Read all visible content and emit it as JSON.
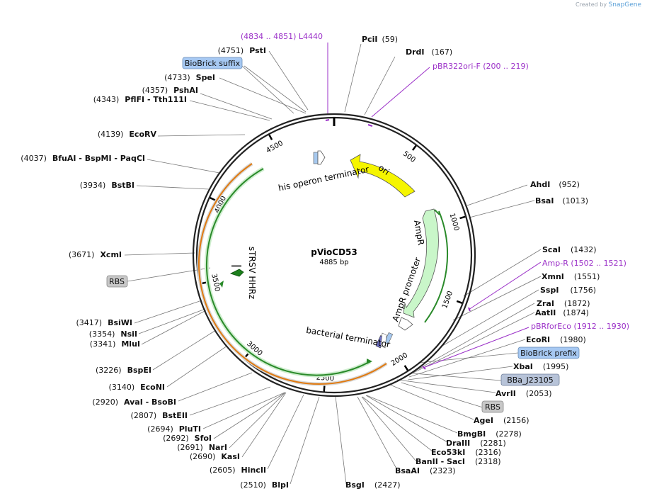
{
  "credit": {
    "prefix": "Created by",
    "brand": "SnapGene"
  },
  "plasmid": {
    "name": "pVioCD53",
    "length": "4885 bp"
  },
  "ticks": [
    "500",
    "1000",
    "1500",
    "2000",
    "2500",
    "3000",
    "3500",
    "4000",
    "4500"
  ],
  "features": {
    "his_terminator": "his operon terminator",
    "ori": "ori",
    "ampr": "AmpR",
    "ampr_promoter": "AmpR promoter",
    "bacterial_terminator": "bacterial terminator",
    "strsv": "sTRSV HHRz"
  },
  "primers": {
    "l4440": "(4834 .. 4851)  L4440",
    "pbr322ori": "pBR322ori-F     (200 .. 219)",
    "ampr": "Amp-R     (1502 .. 1521)",
    "pbrfor": "pBRforEco     (1912 .. 1930)"
  },
  "boxes": {
    "biobrick_suffix": "BioBrick suffix",
    "rbs_left": "RBS",
    "biobrick_prefix": "BioBrick prefix",
    "bba": "BBa_J23105",
    "rbs_bottom": "RBS"
  },
  "sites": {
    "pcii": {
      "name": "PciI",
      "pos": "(59)"
    },
    "drdi": {
      "name": "DrdI",
      "pos": "(167)"
    },
    "pst": {
      "name": "PstI",
      "pos": "(4751)"
    },
    "spei": {
      "name": "SpeI",
      "pos": "(4733)"
    },
    "pshai": {
      "name": "PshAI",
      "pos": "(4357)"
    },
    "pflfi": {
      "name": "PflFI  - Tth111I",
      "pos": "(4343)"
    },
    "ecorv": {
      "name": "EcoRV",
      "pos": "(4139)"
    },
    "bfuai": {
      "name": "BfuAI  - BspMI  - PaqCI",
      "pos": "(4037)"
    },
    "bstbi": {
      "name": "BstBI",
      "pos": "(3934)"
    },
    "xcmi": {
      "name": "XcmI",
      "pos": "(3671)"
    },
    "bsiwi": {
      "name": "BsiWI",
      "pos": "(3417)"
    },
    "nsii": {
      "name": "NsiI",
      "pos": "(3354)"
    },
    "mlui": {
      "name": "MluI",
      "pos": "(3341)"
    },
    "bspei": {
      "name": "BspEI",
      "pos": "(3226)"
    },
    "econi": {
      "name": "EcoNI",
      "pos": "(3140)"
    },
    "avai": {
      "name": "AvaI  - BsoBI",
      "pos": "(2920)"
    },
    "bsteii": {
      "name": "BstEII",
      "pos": "(2807)"
    },
    "pluti": {
      "name": "PluTI",
      "pos": "(2694)"
    },
    "sfoi": {
      "name": "SfoI",
      "pos": "(2692)"
    },
    "nari": {
      "name": "NarI",
      "pos": "(2691)"
    },
    "kasi": {
      "name": "KasI",
      "pos": "(2690)"
    },
    "hincii": {
      "name": "HincII",
      "pos": "(2605)"
    },
    "blpi": {
      "name": "BlpI",
      "pos": "(2510)"
    },
    "bsgi": {
      "name": "BsgI",
      "pos": "(2427)"
    },
    "bsaai": {
      "name": "BsaAI",
      "pos": "(2323)"
    },
    "banii": {
      "name": "BanII  - SacI",
      "pos": "(2318)"
    },
    "eco53ki": {
      "name": "Eco53kI",
      "pos": "(2316)"
    },
    "draiii": {
      "name": "DraIII",
      "pos": "(2281)"
    },
    "bmgbi": {
      "name": "BmgBI",
      "pos": "(2278)"
    },
    "agei": {
      "name": "AgeI",
      "pos": "(2156)"
    },
    "avrii": {
      "name": "AvrII",
      "pos": "(2053)"
    },
    "xbai": {
      "name": "XbaI",
      "pos": "(1995)"
    },
    "ecori": {
      "name": "EcoRI",
      "pos": "(1980)"
    },
    "aatii": {
      "name": "AatII",
      "pos": "(1874)"
    },
    "zrai": {
      "name": "ZraI",
      "pos": "(1872)"
    },
    "sspi": {
      "name": "SspI",
      "pos": "(1756)"
    },
    "xmni": {
      "name": "XmnI",
      "pos": "(1551)"
    },
    "scai": {
      "name": "ScaI",
      "pos": "(1432)"
    },
    "bsai": {
      "name": "BsaI",
      "pos": "(1013)"
    },
    "ahdi": {
      "name": "AhdI",
      "pos": "(952)"
    }
  }
}
